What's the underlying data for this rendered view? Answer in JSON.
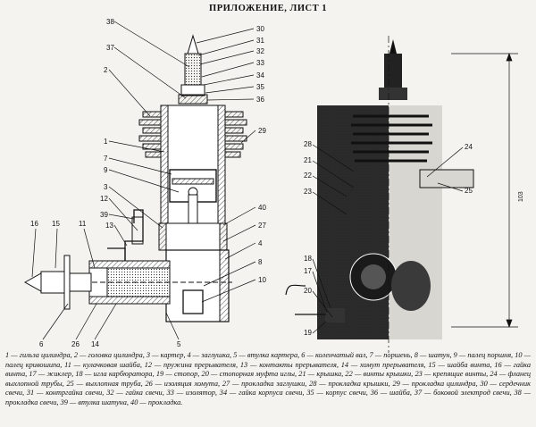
{
  "title": "ПРИЛОЖЕНИЕ, ЛИСТ 1",
  "caption": "1 — гильза цилиндра, 2 — головка цилиндра, 3 — картер, 4 — заглушка, 5 — втулка картера, 6 — коленчатый вал, 7 — поршень, 8 — шатун, 9 — палец поршня, 10 — палец кривошипа, 11 — кулачковая шайба, 12 — пружина прерывателя, 13 — контакты прерывателя, 14 — хомут прерывателя, 15 — шайба винта, 16 — гайка винта, 17 — жиклер, 18 — игла карбюратора, 19 — стопор, 20 — стопорная муфта иглы, 21 — крышка, 22 — винты крышки, 23 — крепящие винты, 24 — фланец выхлопной трубы, 25 — выхлопная труба, 26 — изоляция хомута, 27 — прокладка заглушки, 28 — прокладка крышки, 29 — прокладка цилиндра, 30 — сердечник свечи, 31 — контргайка свечи, 32 — гайка свечи, 33 — изолятор, 34 — гайка корпуса свечи, 35 — корпус свечи, 36 — шайба, 37 — боковой электрод свечи, 38 — прокладка свечи, 39 — втулка шатуна, 40 — прокладка.",
  "callouts_left": [
    "38",
    "37",
    "2",
    "1",
    "7",
    "9",
    "3",
    "12",
    "39",
    "13",
    "16",
    "15",
    "11",
    "6",
    "26",
    "14",
    "5"
  ],
  "callouts_right": [
    "30",
    "31",
    "32",
    "33",
    "34",
    "35",
    "36",
    "29",
    "40",
    "27",
    "4",
    "8",
    "10"
  ],
  "callouts_photo": [
    "28",
    "21",
    "22",
    "23",
    "24",
    "25",
    "18",
    "17",
    "20",
    "19"
  ],
  "dimension_label": "103"
}
